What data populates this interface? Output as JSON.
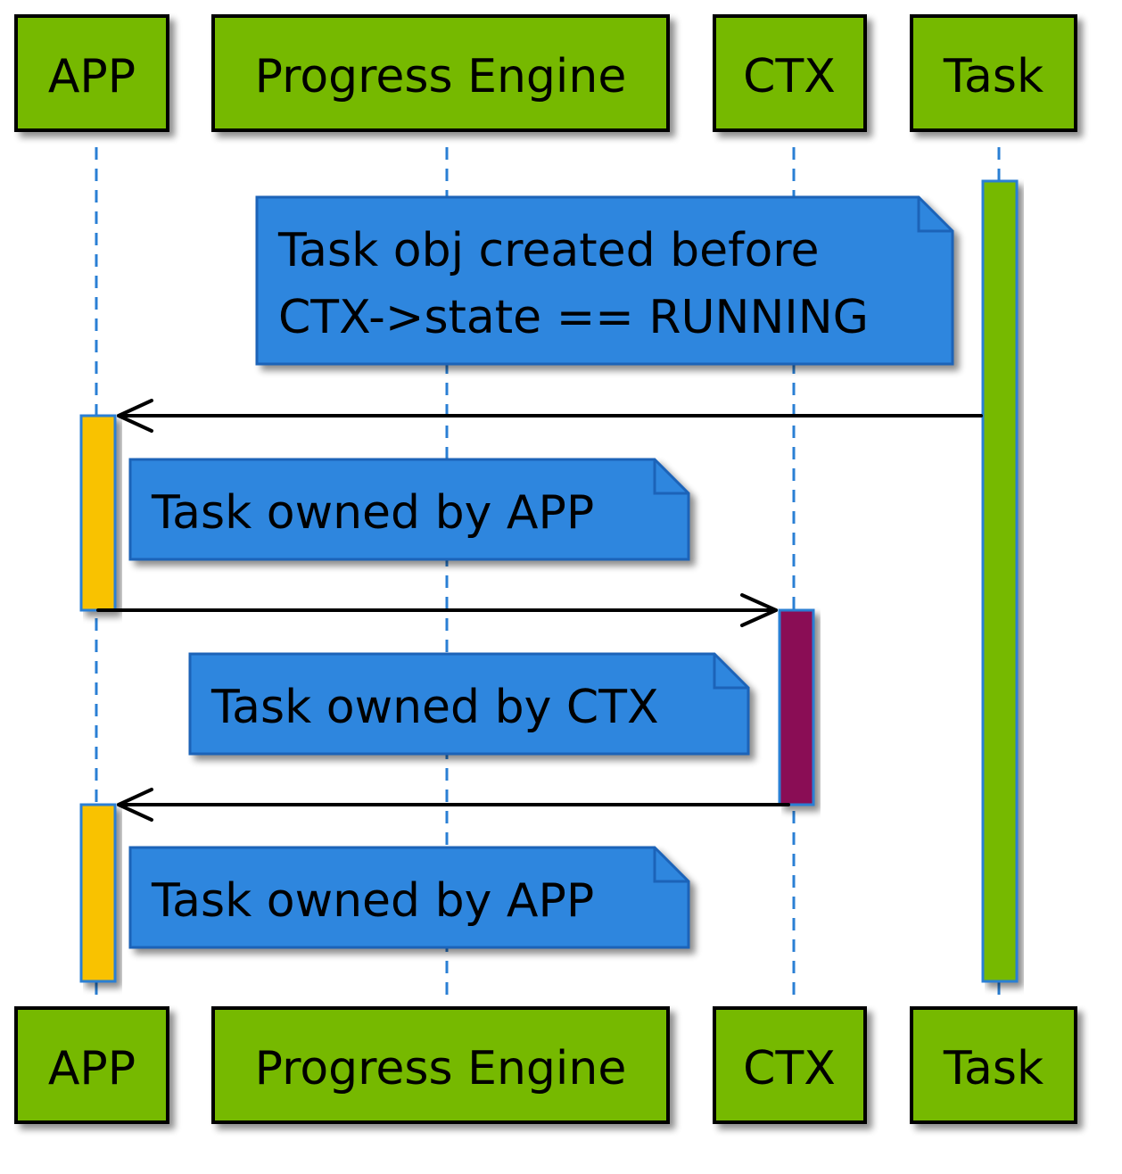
{
  "participants": [
    {
      "id": "app",
      "label": "APP"
    },
    {
      "id": "progress",
      "label": "Progress Engine"
    },
    {
      "id": "ctx",
      "label": "CTX"
    },
    {
      "id": "task",
      "label": "Task"
    }
  ],
  "notes": [
    {
      "lines": [
        "Task obj created before",
        "CTX->state == RUNNING"
      ]
    },
    {
      "lines": [
        "Task owned by APP"
      ]
    },
    {
      "lines": [
        "Task owned by CTX"
      ]
    },
    {
      "lines": [
        "Task owned by APP"
      ]
    }
  ],
  "messages": [
    {
      "from": "task",
      "to": "app"
    },
    {
      "from": "app",
      "to": "ctx"
    },
    {
      "from": "ctx",
      "to": "app"
    }
  ],
  "colors": {
    "participant_fill": "#76b900",
    "participant_border": "#000000",
    "lifeline": "#2a7fd4",
    "note_fill": "#2e86de",
    "note_border": "#1e63b8",
    "activation_task": "#76b900",
    "activation_app": "#f9c200",
    "activation_ctx": "#8a0b55",
    "arrow": "#000000",
    "text": "#000000"
  }
}
